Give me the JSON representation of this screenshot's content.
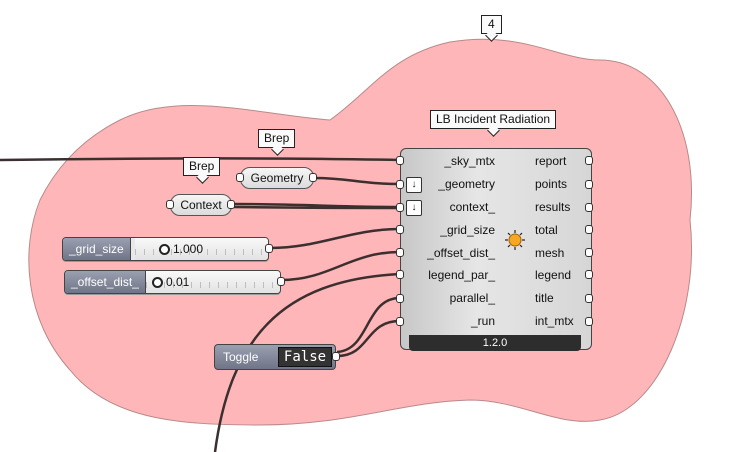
{
  "group": {
    "count_label": "4",
    "fill_color": "#ffb6b8"
  },
  "callouts": {
    "brep_top": "Brep",
    "brep_left": "Brep",
    "component_title": "LB Incident Radiation"
  },
  "params": {
    "geometry": "Geometry",
    "context": "Context"
  },
  "sliders": [
    {
      "label": "_grid_size",
      "value": "1.000"
    },
    {
      "label": "_offset_dist_",
      "value": "0.01"
    }
  ],
  "component": {
    "inputs": [
      "_sky_mtx",
      "_geometry",
      "context_",
      "_grid_size",
      "_offset_dist_",
      "legend_par_",
      "parallel_",
      "_run"
    ],
    "outputs": [
      "report",
      "points",
      "results",
      "total",
      "mesh",
      "legend",
      "title",
      "int_mtx"
    ],
    "flatten_icon": "↓",
    "center_icon": "sun-icon",
    "version": "1.2.0"
  },
  "toggle": {
    "label": "Toggle",
    "state": "False"
  }
}
